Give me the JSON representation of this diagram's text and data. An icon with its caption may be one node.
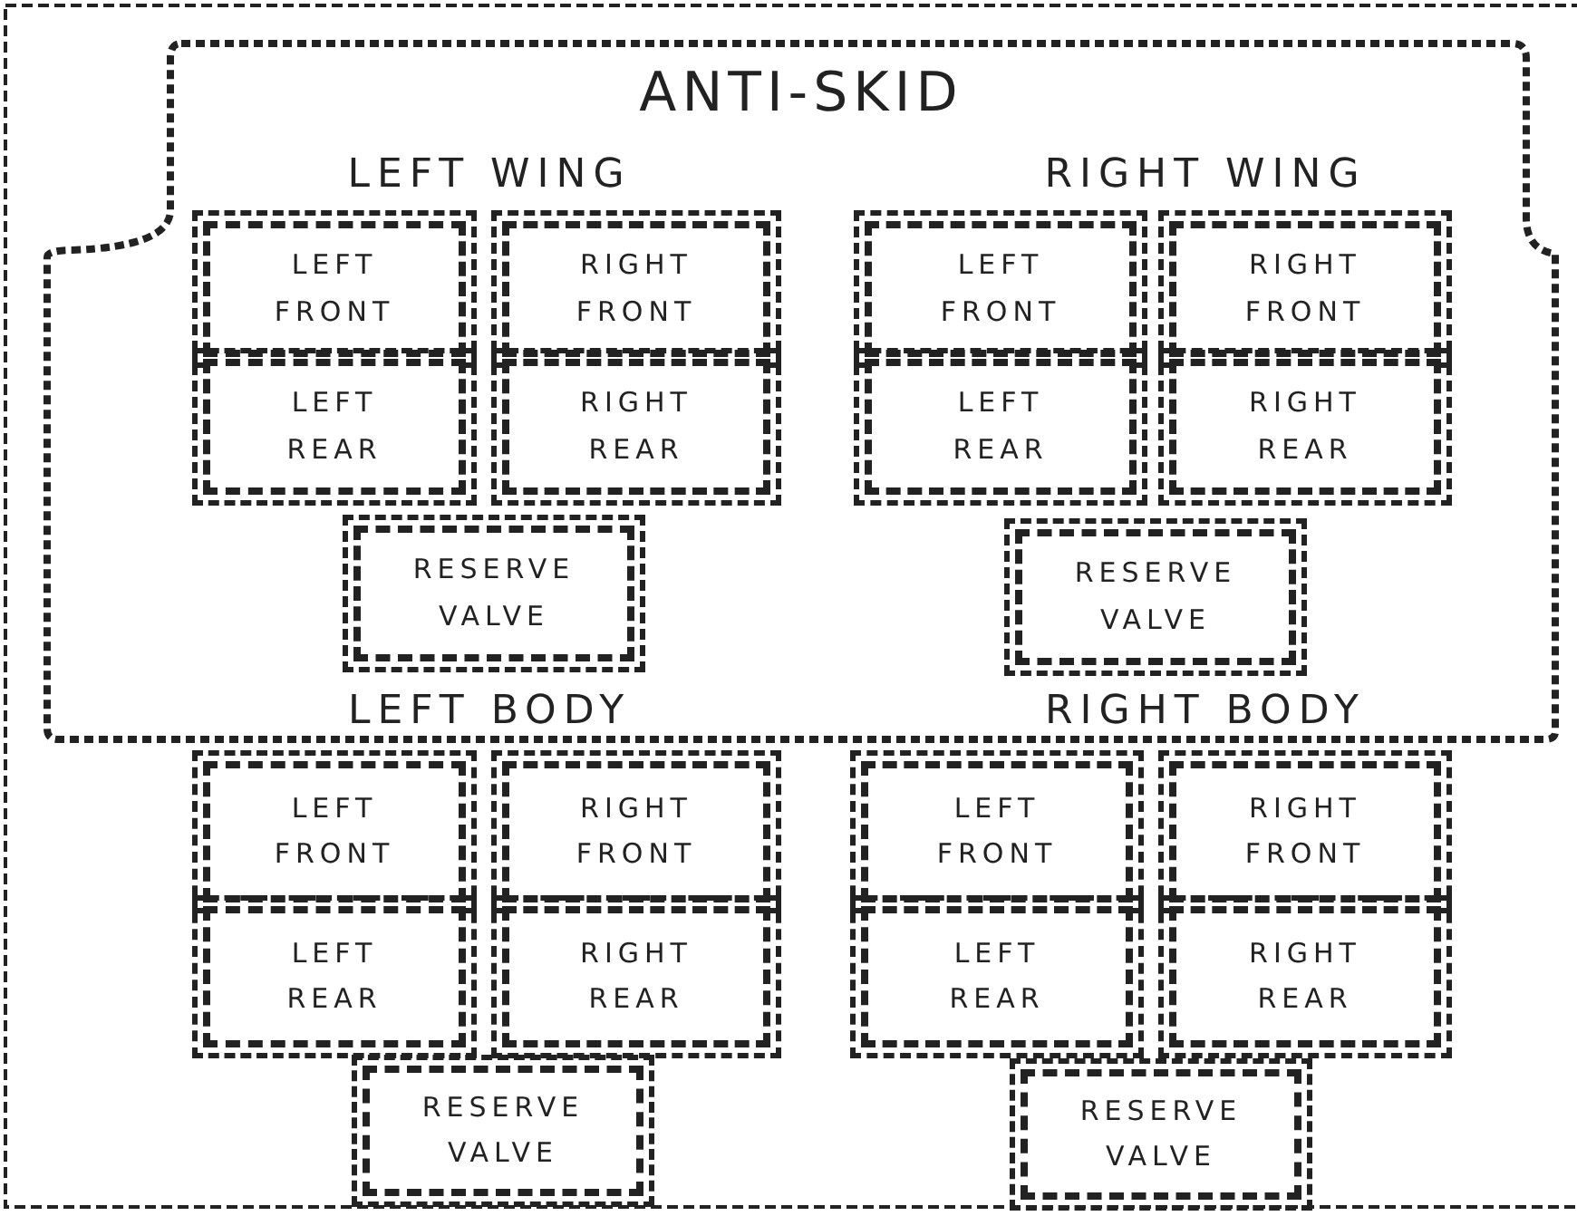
{
  "diagram": {
    "nodes": [
      {
        "text": [
          "ANTI-SKID"
        ]
      },
      {
        "text": [
          "LEFT FRONT"
        ],
        "in": 0
      },
      {
        "text": [
          "RIGHT FRONT"
        ],
        "in": 0
      },
      {
        "text": [
          "LEFT REAR"
        ],
        "in": 0
      },
      {
        "text": [
          "RIGHT REAR"
        ],
        "in": 0
      },
      {
        "text": [
          "RESERVE VALVE"
        ],
        "in": 0
      },
      {
        "text": [
          "LEFT FRONT"
        ],
        "in": 0
      },
      {
        "text": [
          "RIGHT FRONT"
        ],
        "in": 0
      },
      {
        "text": [
          "LEFT REAR"
        ],
        "in": 0
      },
      {
        "text": [
          "RIGHT REAR"
        ],
        "in": 0
      },
      {
        "text": [
          "RESERVE VALVE"
        ],
        "in": 0
      },
      {
        "text": [
          "LEFT FRONT"
        ]
      },
      {
        "text": [
          "RIGHT FRONT"
        ]
      },
      {
        "text": [
          "LEFT REAR"
        ]
      },
      {
        "text": [
          "RIGHT REAR"
        ]
      },
      {
        "text": [
          "RESERVE VALVE"
        ]
      },
      {
        "text": [
          "LEFT FRONT"
        ]
      },
      {
        "text": [
          "RIGHT FRONT"
        ]
      },
      {
        "text": [
          "LEFT REAR"
        ]
      },
      {
        "text": [
          "RIGHT REAR"
        ]
      },
      {
        "text": [
          "RESERVE VALVE"
        ]
      }
    ],
    "labels": [
      "LEFT WING",
      "RIGHT WING",
      "LEFT BODY",
      "RIGHT BODY"
    ]
  }
}
